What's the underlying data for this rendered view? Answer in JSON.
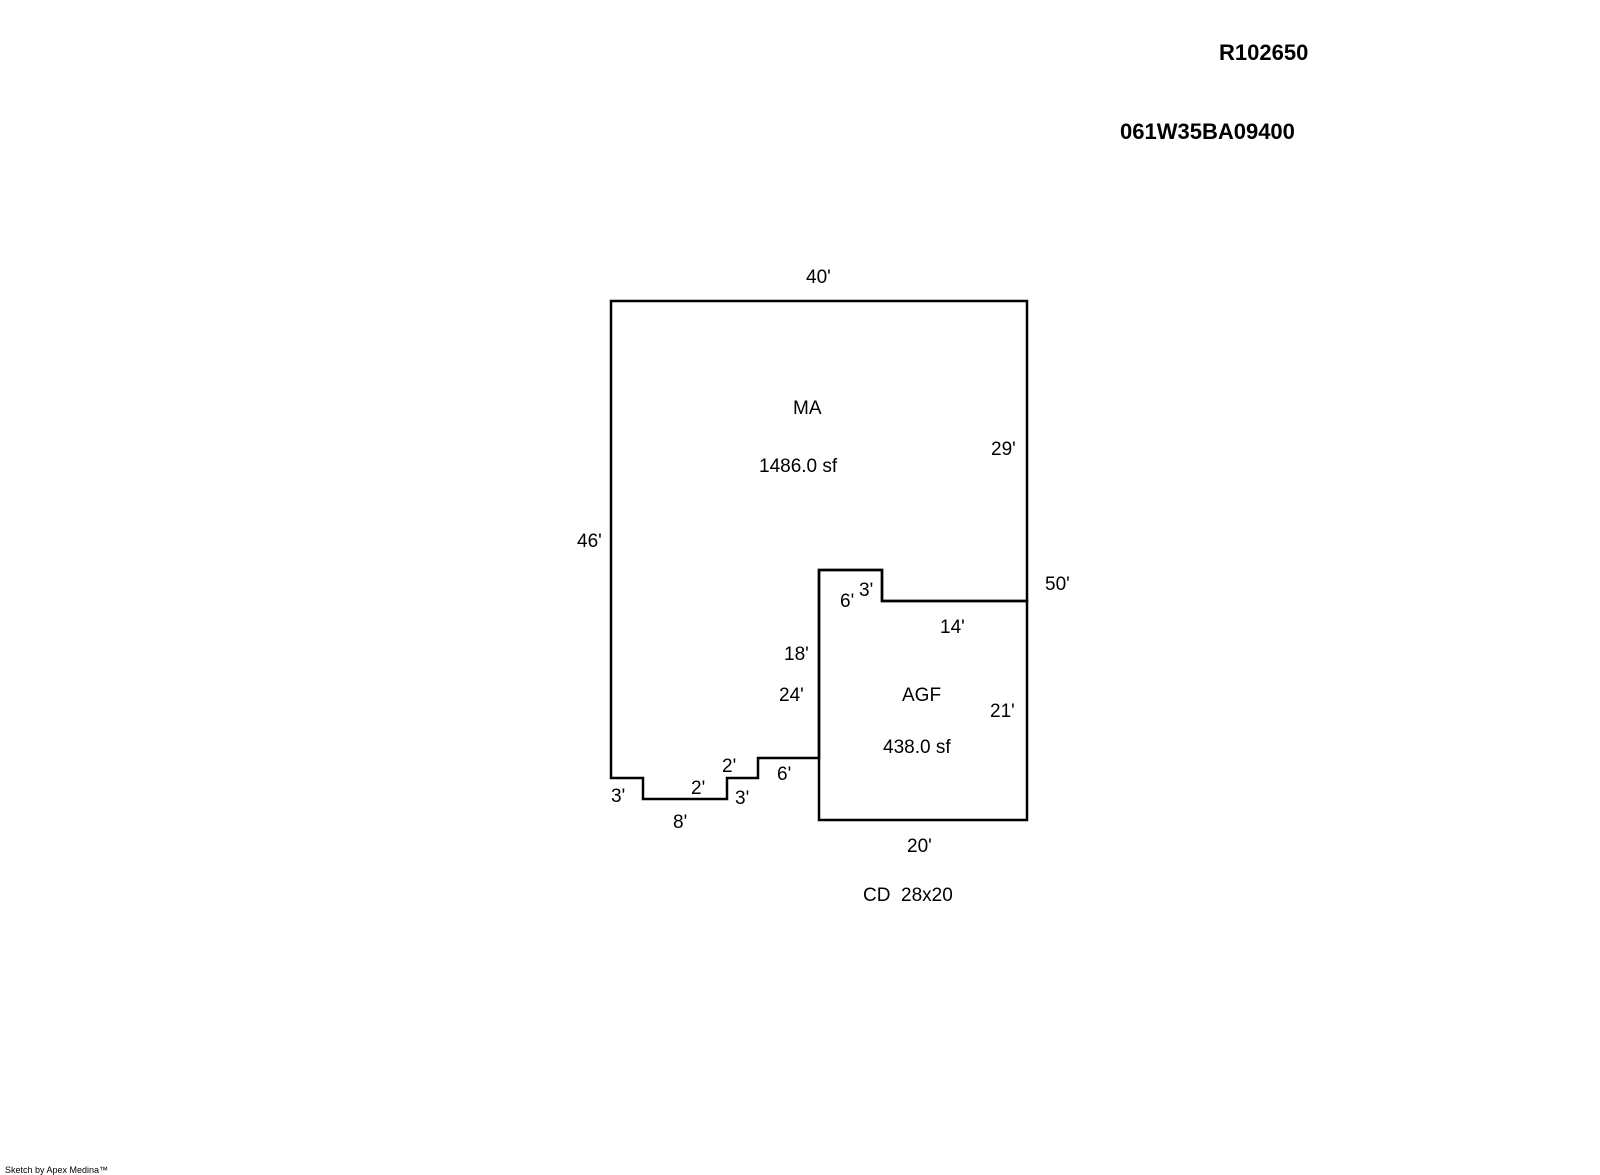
{
  "header": {
    "parcel_id": "R102650",
    "map_number": "061W35BA09400"
  },
  "areas": {
    "main": {
      "code": "MA",
      "area": "1486.0 sf"
    },
    "garage": {
      "code": "AGF",
      "area": "438.0 sf"
    }
  },
  "dimensions": {
    "top": "40'",
    "left": "46'",
    "right_upper": "29'",
    "right_overall": "50'",
    "notch_left": "6'",
    "notch_top": "3'",
    "garage_top": "14'",
    "garage_left_upper": "18'",
    "garage_left": "24'",
    "garage_right": "21'",
    "garage_bottom": "20'",
    "step_left": "3'",
    "step_bottom": "8'",
    "step_mid_upper": "2'",
    "step_mid": "2'",
    "step_mid_lower": "3'",
    "step_right": "6'"
  },
  "notes": {
    "deck": "CD  28x20"
  },
  "footer": {
    "credit": "Sketch by Apex Medina™"
  }
}
